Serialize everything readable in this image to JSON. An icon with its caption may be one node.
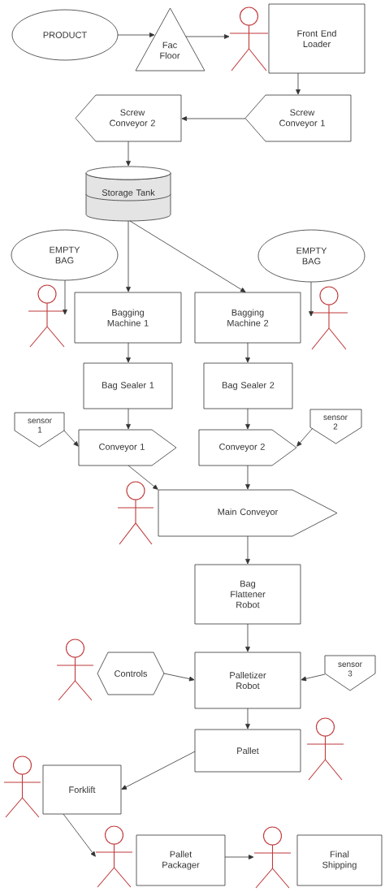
{
  "diagram": {
    "nodes": [
      {
        "text": [
          "PRODUCT"
        ]
      },
      {
        "text": [
          "Fac Floor"
        ]
      },
      {
        "text": [],
        "shape": "person"
      },
      {
        "text": [
          "Front End Loader"
        ]
      },
      {
        "text": [
          "Screw Conveyor 1"
        ]
      },
      {
        "text": [
          "Screw Conveyor 2"
        ]
      },
      {
        "text": [
          "Storage Tank"
        ]
      },
      {
        "text": [
          "EMPTY BAG"
        ]
      },
      {
        "text": [],
        "shape": "person"
      },
      {
        "text": [
          "Bagging Machine 1"
        ]
      },
      {
        "text": [
          "Bagging Machine 2"
        ]
      },
      {
        "text": [
          "EMPTY BAG"
        ]
      },
      {
        "text": [],
        "shape": "person"
      },
      {
        "text": [
          "Bag Sealer 1"
        ]
      },
      {
        "text": [
          "Bag Sealer 2"
        ]
      },
      {
        "text": [
          "sensor 1"
        ]
      },
      {
        "text": [
          "Conveyor 1"
        ]
      },
      {
        "text": [
          "Conveyor 2"
        ]
      },
      {
        "text": [
          "sensor 2"
        ]
      },
      {
        "text": [],
        "shape": "person"
      },
      {
        "text": [
          "Main Conveyor"
        ]
      },
      {
        "text": [
          "Bag Flattener Robot"
        ]
      },
      {
        "text": [],
        "shape": "person"
      },
      {
        "text": [
          "Controls"
        ]
      },
      {
        "text": [
          "Palletizer Robot"
        ]
      },
      {
        "text": [
          "sensor 3"
        ]
      },
      {
        "text": [
          "Pallet"
        ]
      },
      {
        "text": [],
        "shape": "person"
      },
      {
        "text": [],
        "shape": "person"
      },
      {
        "text": [
          "Forklift"
        ]
      },
      {
        "text": [],
        "shape": "person"
      },
      {
        "text": [
          "Pallet Packager"
        ]
      },
      {
        "text": [],
        "shape": "person"
      },
      {
        "text": [
          "Final Shipping"
        ]
      }
    ],
    "edges": [
      {
        "from": 0,
        "to": 1,
        "arrow": "to"
      },
      {
        "from": 1,
        "to": 2,
        "arrow": "to"
      },
      {
        "from": 3,
        "to": 4,
        "arrow": "to"
      },
      {
        "from": 4,
        "to": 5,
        "arrow": "to"
      },
      {
        "from": 5,
        "to": 6,
        "arrow": "to"
      },
      {
        "from": 6,
        "to": 9,
        "arrow": "to"
      },
      {
        "from": 6,
        "to": 10,
        "arrow": "to"
      },
      {
        "from": 7,
        "to": 8,
        "arrow": "to"
      },
      {
        "from": 11,
        "to": 12,
        "arrow": "to"
      },
      {
        "from": 9,
        "to": 13,
        "arrow": "to"
      },
      {
        "from": 10,
        "to": 14,
        "arrow": "to"
      },
      {
        "from": 13,
        "to": 16,
        "arrow": "to"
      },
      {
        "from": 14,
        "to": 17,
        "arrow": "to"
      },
      {
        "from": 15,
        "to": 16,
        "arrow": "to"
      },
      {
        "from": 18,
        "to": 17,
        "arrow": "to"
      },
      {
        "from": 16,
        "to": 20,
        "arrow": "to"
      },
      {
        "from": 17,
        "to": 20,
        "arrow": "to"
      },
      {
        "from": 20,
        "to": 21,
        "arrow": "to"
      },
      {
        "from": 21,
        "to": 24,
        "arrow": "to"
      },
      {
        "from": 23,
        "to": 24,
        "arrow": "to"
      },
      {
        "from": 25,
        "to": 24,
        "arrow": "to"
      },
      {
        "from": 24,
        "to": 26,
        "arrow": "to"
      },
      {
        "from": 26,
        "to": 29,
        "arrow": "to"
      },
      {
        "from": 29,
        "to": 30,
        "arrow": "to"
      },
      {
        "from": 31,
        "to": 32,
        "arrow": "to"
      }
    ]
  }
}
